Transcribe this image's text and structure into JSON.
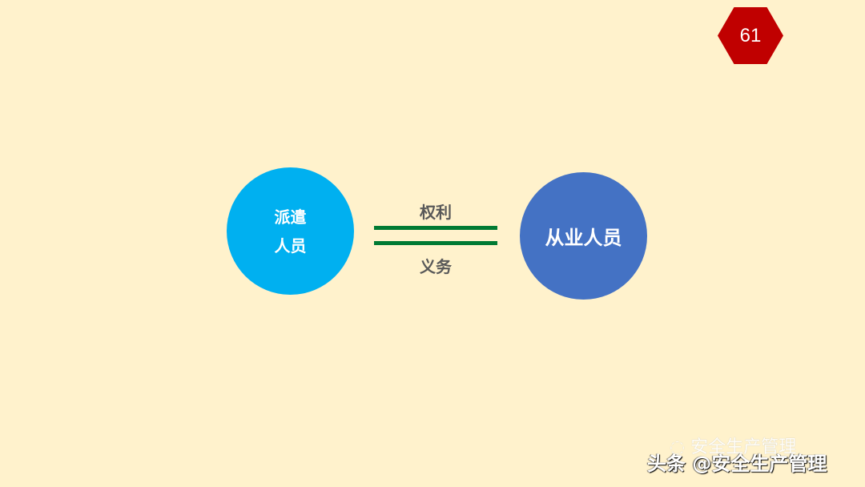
{
  "page_number": "61",
  "left_circle": {
    "line1": "派遣",
    "line2": "人员",
    "color": "#00b0f0"
  },
  "right_circle": {
    "label": "从业人员",
    "color": "#4472c4"
  },
  "relation": {
    "top": "权利",
    "bottom": "义务",
    "line_color": "#007a33"
  },
  "watermark": {
    "wechat": "安全生产管理",
    "toutiao": "头条 @安全生产管理"
  }
}
